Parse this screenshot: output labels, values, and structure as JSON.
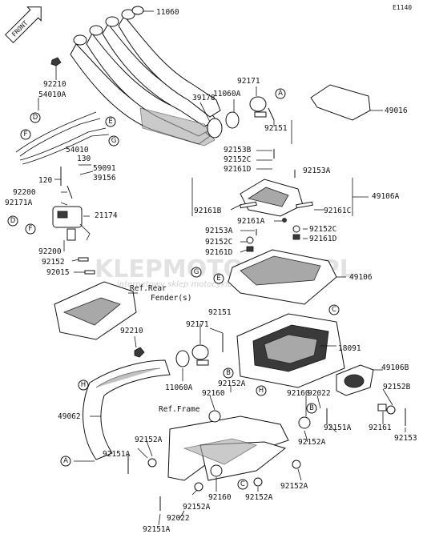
{
  "page": {
    "code": "E1140"
  },
  "badge": {
    "front": "FRONT"
  },
  "watermark": {
    "brand": "KLEPMOTOCYKL.PL",
    "tagline": "internetowy sklep motocyklowy"
  },
  "refs": {
    "rear_fender": "Ref.Rear",
    "rear_fender_2": "Fender(s)",
    "frame": "Ref.Frame"
  },
  "labels": [
    {
      "id": "11060",
      "text": "11060"
    },
    {
      "id": "92210a",
      "text": "92210"
    },
    {
      "id": "54010A",
      "text": "54010A"
    },
    {
      "id": "39178",
      "text": "39178"
    },
    {
      "id": "92171a",
      "text": "92171"
    },
    {
      "id": "11060A-a",
      "text": "11060A"
    },
    {
      "id": "49016",
      "text": "49016"
    },
    {
      "id": "92151a",
      "text": "92151"
    },
    {
      "id": "54010",
      "text": "54010"
    },
    {
      "id": "92153B",
      "text": "92153B"
    },
    {
      "id": "92152C-a",
      "text": "92152C"
    },
    {
      "id": "92161D-a",
      "text": "92161D"
    },
    {
      "id": "92153A-a",
      "text": "92153A"
    },
    {
      "id": "130",
      "text": "130"
    },
    {
      "id": "59091",
      "text": "59091"
    },
    {
      "id": "39156",
      "text": "39156"
    },
    {
      "id": "120",
      "text": "120"
    },
    {
      "id": "49106A",
      "text": "49106A"
    },
    {
      "id": "92200a",
      "text": "92200"
    },
    {
      "id": "92171A",
      "text": "92171A"
    },
    {
      "id": "92161B",
      "text": "92161B"
    },
    {
      "id": "92161C",
      "text": "92161C"
    },
    {
      "id": "21174",
      "text": "21174"
    },
    {
      "id": "92161A",
      "text": "92161A"
    },
    {
      "id": "92153A-b",
      "text": "92153A"
    },
    {
      "id": "92152C-b",
      "text": "92152C"
    },
    {
      "id": "92152C-c",
      "text": "92152C"
    },
    {
      "id": "92161D-b",
      "text": "92161D"
    },
    {
      "id": "92161D-c",
      "text": "92161D"
    },
    {
      "id": "92200b",
      "text": "92200"
    },
    {
      "id": "92152a",
      "text": "92152"
    },
    {
      "id": "49106",
      "text": "49106"
    },
    {
      "id": "92015",
      "text": "92015"
    },
    {
      "id": "92151b",
      "text": "92151"
    },
    {
      "id": "92171b",
      "text": "92171"
    },
    {
      "id": "92210b",
      "text": "92210"
    },
    {
      "id": "18091",
      "text": "18091"
    },
    {
      "id": "11060A-b",
      "text": "11060A"
    },
    {
      "id": "49106B",
      "text": "49106B"
    },
    {
      "id": "92160a",
      "text": "92160"
    },
    {
      "id": "92152A-a",
      "text": "92152A"
    },
    {
      "id": "92160b",
      "text": "92160"
    },
    {
      "id": "92022a",
      "text": "92022"
    },
    {
      "id": "92152B",
      "text": "92152B"
    },
    {
      "id": "49062",
      "text": "49062"
    },
    {
      "id": "92151A-a",
      "text": "92151A"
    },
    {
      "id": "92152A-b",
      "text": "92152A"
    },
    {
      "id": "92161",
      "text": "92161"
    },
    {
      "id": "92153",
      "text": "92153"
    },
    {
      "id": "92152A-c",
      "text": "92152A"
    },
    {
      "id": "92151A-b",
      "text": "92151A"
    },
    {
      "id": "92152A-d",
      "text": "92152A"
    },
    {
      "id": "92160c",
      "text": "92160"
    },
    {
      "id": "92152A-e",
      "text": "92152A"
    },
    {
      "id": "92022b",
      "text": "92022"
    },
    {
      "id": "92152A-f",
      "text": "92152A"
    },
    {
      "id": "92151A-c",
      "text": "92151A"
    }
  ],
  "callouts": [
    {
      "id": "c-A1",
      "text": "A"
    },
    {
      "id": "c-D1",
      "text": "D"
    },
    {
      "id": "c-E1",
      "text": "E"
    },
    {
      "id": "c-F1",
      "text": "F"
    },
    {
      "id": "c-G1",
      "text": "G"
    },
    {
      "id": "c-D2",
      "text": "D"
    },
    {
      "id": "c-F2",
      "text": "F"
    },
    {
      "id": "c-G2",
      "text": "G"
    },
    {
      "id": "c-E2",
      "text": "E"
    },
    {
      "id": "c-C1",
      "text": "C"
    },
    {
      "id": "c-B1",
      "text": "B"
    },
    {
      "id": "c-H1",
      "text": "H"
    },
    {
      "id": "c-H2",
      "text": "H"
    },
    {
      "id": "c-B2",
      "text": "B"
    },
    {
      "id": "c-A2",
      "text": "A"
    },
    {
      "id": "c-C2",
      "text": "C"
    }
  ]
}
